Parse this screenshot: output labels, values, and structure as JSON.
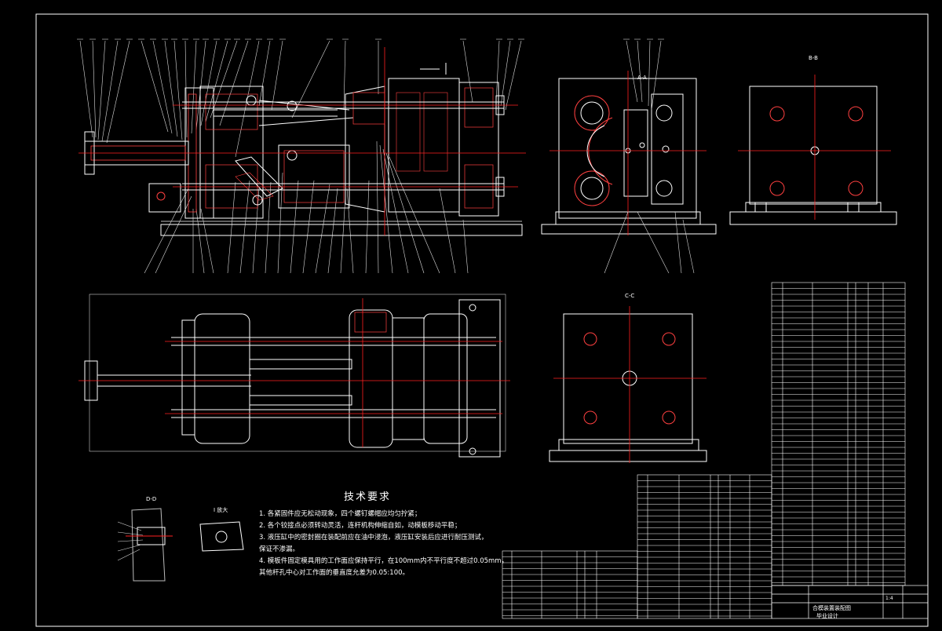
{
  "drawing": {
    "colors": {
      "background": "#000000",
      "outline": "#ffffff",
      "centerline": "#ff2020",
      "section_hatch": "#ff4040",
      "dimension": "#e8e8e8"
    },
    "section_labels": {
      "a_a": "A-A",
      "b_b": "B-B",
      "c_c": "C-C",
      "d_d": "D-D",
      "detail_i": "I 放大"
    }
  },
  "technical_requirements": {
    "title": "技术要求",
    "items": [
      "1. 各紧固件应无松动现象，四个螺钉螺帽应均匀拧紧；",
      "2. 各个铰接点必须转动灵活，连杆机构伸缩自如，动模板移动平稳；",
      "3. 液压缸中的密封圈在装配前应在油中浸泡，液压缸安装后应进行耐压测试，",
      "   保证不渗漏。",
      "4. 模板件固定模具用的工作面应保持平行，在100mm内不平行度不超过0.05mm，",
      "   其他杆孔中心对工作面的垂直度允差为0.05:100。"
    ]
  },
  "title_block": {
    "drawing_name": "合模装置装配图",
    "scale": "1:4",
    "school": "毕业设计"
  }
}
